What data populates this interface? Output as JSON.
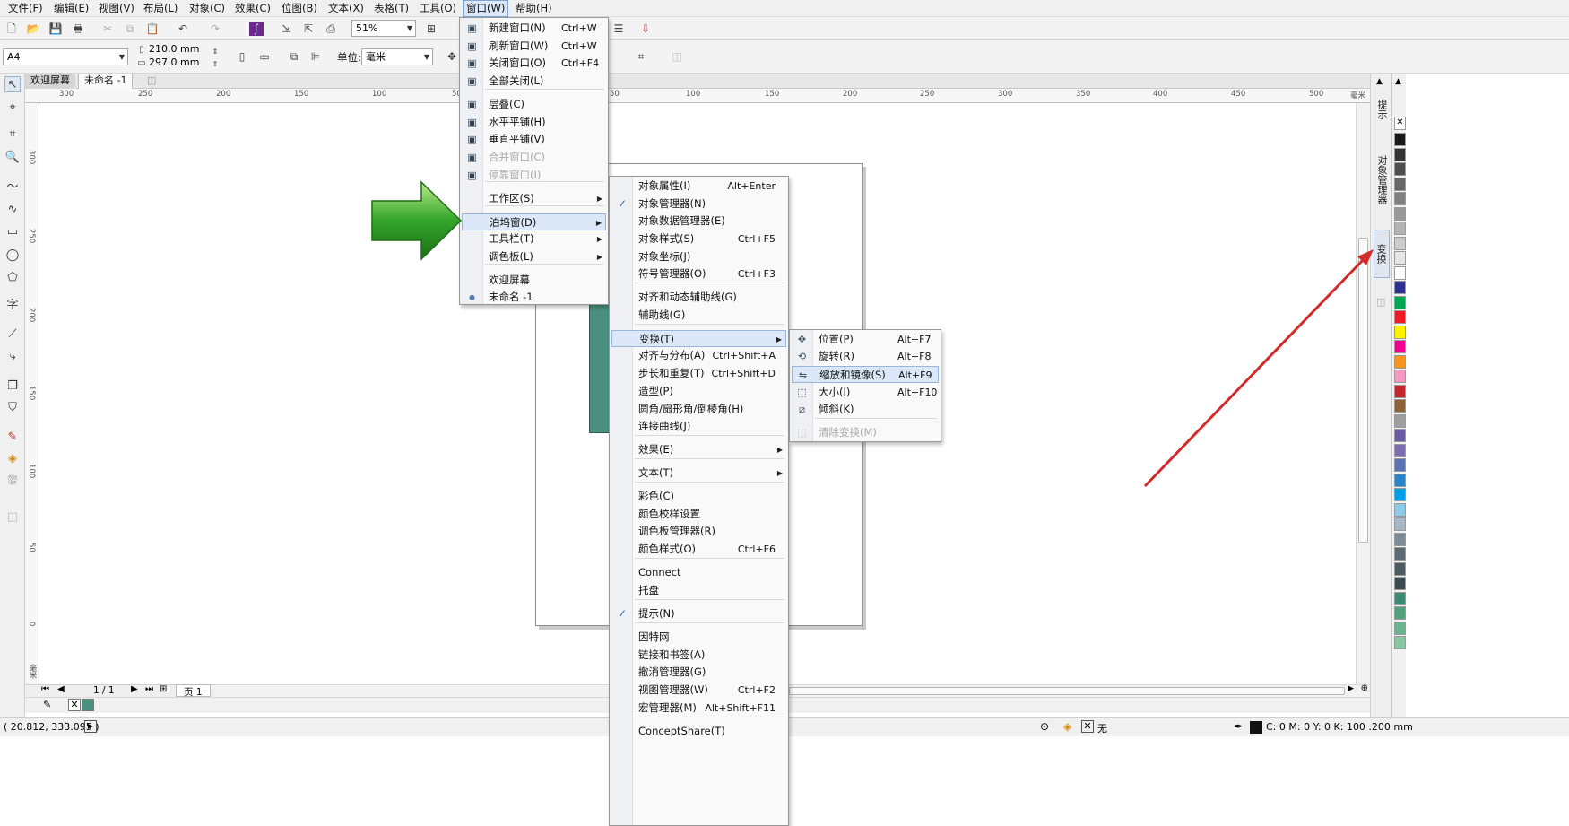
{
  "menubar": {
    "items": [
      "文件(F)",
      "编辑(E)",
      "视图(V)",
      "布局(L)",
      "对象(C)",
      "效果(C)",
      "位图(B)",
      "文本(X)",
      "表格(T)",
      "工具(O)",
      "窗口(W)",
      "帮助(H)"
    ],
    "active": "窗口(W)"
  },
  "toolbar1": {
    "zoom": "51%"
  },
  "toolbar2": {
    "page_size": "A4",
    "width": "210.0 mm",
    "height": "297.0 mm",
    "unit_label": "单位:",
    "unit_value": "毫米"
  },
  "doc_tabs": [
    "欢迎屏幕",
    "未命名 -1"
  ],
  "hruler_ticks": [
    "300",
    "250",
    "200",
    "150",
    "100",
    "50",
    "50",
    "100",
    "150",
    "200",
    "250",
    "300",
    "350",
    "400",
    "450",
    "500",
    "毫米"
  ],
  "vruler_ticks": [
    "300",
    "250",
    "200",
    "150",
    "100",
    "50",
    "0",
    "毫米"
  ],
  "page_nav": {
    "counter": "1 / 1",
    "page_tab": "页 1"
  },
  "window_menu": {
    "items": [
      {
        "label": "新建窗口(N)",
        "shortcut": "Ctrl+W",
        "icon": "new-window-icon"
      },
      {
        "label": "刷新窗口(W)",
        "shortcut": "Ctrl+W",
        "icon": "refresh-window-icon"
      },
      {
        "label": "关闭窗口(O)",
        "shortcut": "Ctrl+F4",
        "icon": "close-window-icon"
      },
      {
        "label": "全部关闭(L)",
        "shortcut": "",
        "icon": "close-all-icon"
      },
      {
        "label": "层叠(C)",
        "shortcut": "",
        "icon": "cascade-icon"
      },
      {
        "label": "水平平铺(H)",
        "shortcut": "",
        "icon": "tile-horizontal-icon"
      },
      {
        "label": "垂直平铺(V)",
        "shortcut": "",
        "icon": "tile-vertical-icon"
      },
      {
        "label": "合并窗口(C)",
        "shortcut": "",
        "icon": "merge-window-icon"
      },
      {
        "label": "停靠窗口(I)",
        "shortcut": "",
        "icon": "dock-window-icon"
      },
      {
        "label": "工作区(S)",
        "shortcut": "",
        "icon": ""
      },
      {
        "label": "泊坞窗(D)",
        "shortcut": "",
        "icon": ""
      },
      {
        "label": "工具栏(T)",
        "shortcut": "",
        "icon": ""
      },
      {
        "label": "调色板(L)",
        "shortcut": "",
        "icon": ""
      },
      {
        "label": "欢迎屏幕",
        "shortcut": "",
        "icon": ""
      },
      {
        "label": "未命名 -1",
        "shortcut": "",
        "icon": "radio-dot-icon"
      }
    ]
  },
  "docker_menu": {
    "items": [
      {
        "label": "对象属性(I)",
        "shortcut": "Alt+Enter"
      },
      {
        "label": "对象管理器(N)",
        "shortcut": ""
      },
      {
        "label": "对象数据管理器(E)",
        "shortcut": ""
      },
      {
        "label": "对象样式(S)",
        "shortcut": "Ctrl+F5"
      },
      {
        "label": "对象坐标(J)",
        "shortcut": ""
      },
      {
        "label": "符号管理器(O)",
        "shortcut": "Ctrl+F3"
      },
      {
        "label": "对齐和动态辅助线(G)",
        "shortcut": ""
      },
      {
        "label": "辅助线(G)",
        "shortcut": ""
      },
      {
        "label": "变换(T)",
        "shortcut": ""
      },
      {
        "label": "对齐与分布(A)",
        "shortcut": "Ctrl+Shift+A"
      },
      {
        "label": "步长和重复(T)",
        "shortcut": "Ctrl+Shift+D"
      },
      {
        "label": "造型(P)",
        "shortcut": ""
      },
      {
        "label": "圆角/扇形角/倒棱角(H)",
        "shortcut": ""
      },
      {
        "label": "连接曲线(J)",
        "shortcut": ""
      },
      {
        "label": "效果(E)",
        "shortcut": ""
      },
      {
        "label": "文本(T)",
        "shortcut": ""
      },
      {
        "label": "彩色(C)",
        "shortcut": ""
      },
      {
        "label": "颜色校样设置",
        "shortcut": ""
      },
      {
        "label": "调色板管理器(R)",
        "shortcut": ""
      },
      {
        "label": "颜色样式(O)",
        "shortcut": "Ctrl+F6"
      },
      {
        "label": "Connect",
        "shortcut": ""
      },
      {
        "label": "托盘",
        "shortcut": ""
      },
      {
        "label": "提示(N)",
        "shortcut": ""
      },
      {
        "label": "因特网",
        "shortcut": ""
      },
      {
        "label": "链接和书签(A)",
        "shortcut": ""
      },
      {
        "label": "撤消管理器(G)",
        "shortcut": ""
      },
      {
        "label": "视图管理器(W)",
        "shortcut": "Ctrl+F2"
      },
      {
        "label": "宏管理器(M)",
        "shortcut": "Alt+Shift+F11"
      },
      {
        "label": "ConceptShare(T)",
        "shortcut": ""
      }
    ]
  },
  "transform_menu": {
    "items": [
      {
        "label": "位置(P)",
        "shortcut": "Alt+F7",
        "icon": "move-icon"
      },
      {
        "label": "旋转(R)",
        "shortcut": "Alt+F8",
        "icon": "rotate-icon"
      },
      {
        "label": "缩放和镜像(S)",
        "shortcut": "Alt+F9",
        "icon": "scale-mirror-icon"
      },
      {
        "label": "大小(I)",
        "shortcut": "Alt+F10",
        "icon": "size-icon"
      },
      {
        "label": "倾斜(K)",
        "shortcut": "",
        "icon": "skew-icon"
      },
      {
        "label": "清除变换(M)",
        "shortcut": "",
        "icon": "clear-transform-icon"
      }
    ]
  },
  "docker_tabs": [
    "提示",
    "对象管理器",
    "变换"
  ],
  "status": {
    "coords": "( 20.812, 333.095 )",
    "fill_none": "无",
    "outline": "C: 0 M: 0 Y: 0 K: 100 .200 mm"
  },
  "palette": [
    "#1a1a1a",
    "#333333",
    "#4d4d4d",
    "#666666",
    "#808080",
    "#999999",
    "#b3b3b3",
    "#cccccc",
    "#e6e6e6",
    "#ffffff",
    "#2e3192",
    "#00a651",
    "#ed1c24",
    "#fff200",
    "#ec008c",
    "#f7941d",
    "#f49ac1",
    "#c1272d",
    "#8c6239",
    "#9e9e9e",
    "#6a5aa3",
    "#7b6fb0",
    "#5b73b4",
    "#2a83c6",
    "#00a0e9",
    "#8fc9e8",
    "#a7b8c4",
    "#7d8c96",
    "#5c6b73",
    "#4c5a61",
    "#3a4a50",
    "#3d8a72",
    "#52a07e",
    "#6cb48f",
    "#88c6a4"
  ],
  "colors": {
    "accent_arrow": "#d22b2b",
    "shape_fill": "#4a8f7f",
    "green_arrow": "#33a52a"
  }
}
